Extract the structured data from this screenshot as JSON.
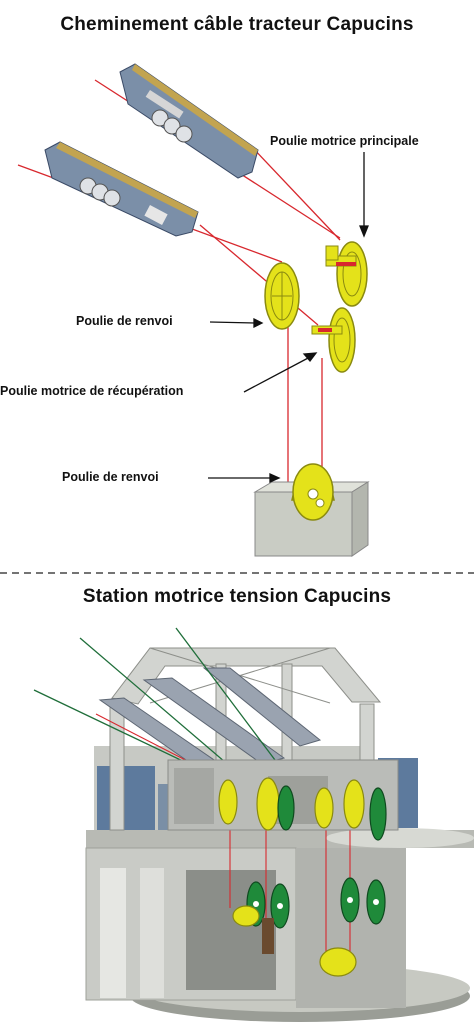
{
  "section1": {
    "title": "Cheminement câble tracteur Capucins",
    "labels": {
      "main_drive": "Poulie motrice principale",
      "return_1": "Poulie de renvoi",
      "recovery": "Poulie motrice de récupération",
      "return_2": "Poulie de renvoi"
    }
  },
  "section2": {
    "title": "Station motrice tension Capucins"
  },
  "colors": {
    "cable": "#d8282e",
    "pulley": "#e4e21a",
    "pulley_green": "#1f8a3a",
    "cable_green": "#1f6e3a",
    "carrier": "#7b8fa8",
    "concrete": "#c9ccc4"
  }
}
